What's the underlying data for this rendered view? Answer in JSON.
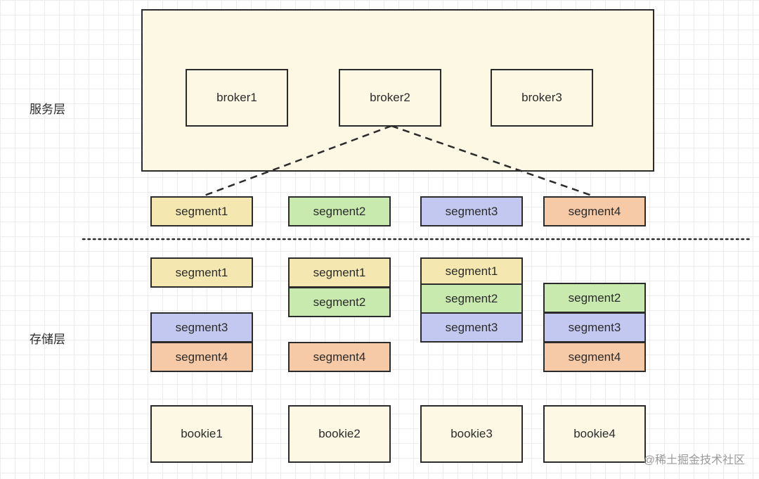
{
  "service_layer": {
    "label": "服务层",
    "brokers": [
      "broker1",
      "broker2",
      "broker3"
    ],
    "segments": [
      "segment1",
      "segment2",
      "segment3",
      "segment4"
    ]
  },
  "storage_layer": {
    "label": "存储层",
    "columns": [
      {
        "segments": [
          "segment1",
          "segment3",
          "segment4"
        ],
        "bookie": "bookie1"
      },
      {
        "segments": [
          "segment1",
          "segment2",
          "segment4"
        ],
        "bookie": "bookie2"
      },
      {
        "segments": [
          "segment1",
          "segment2",
          "segment3"
        ],
        "bookie": "bookie3"
      },
      {
        "segments": [
          "segment2",
          "segment3",
          "segment4"
        ],
        "bookie": "bookie4"
      }
    ]
  },
  "colors": {
    "segment1": "#f4e8b0",
    "segment2": "#c8eaae",
    "segment3": "#c3c8f0",
    "segment4": "#f6c9a7",
    "container": "#fdf8e4"
  },
  "watermark": "@稀土掘金技术社区"
}
